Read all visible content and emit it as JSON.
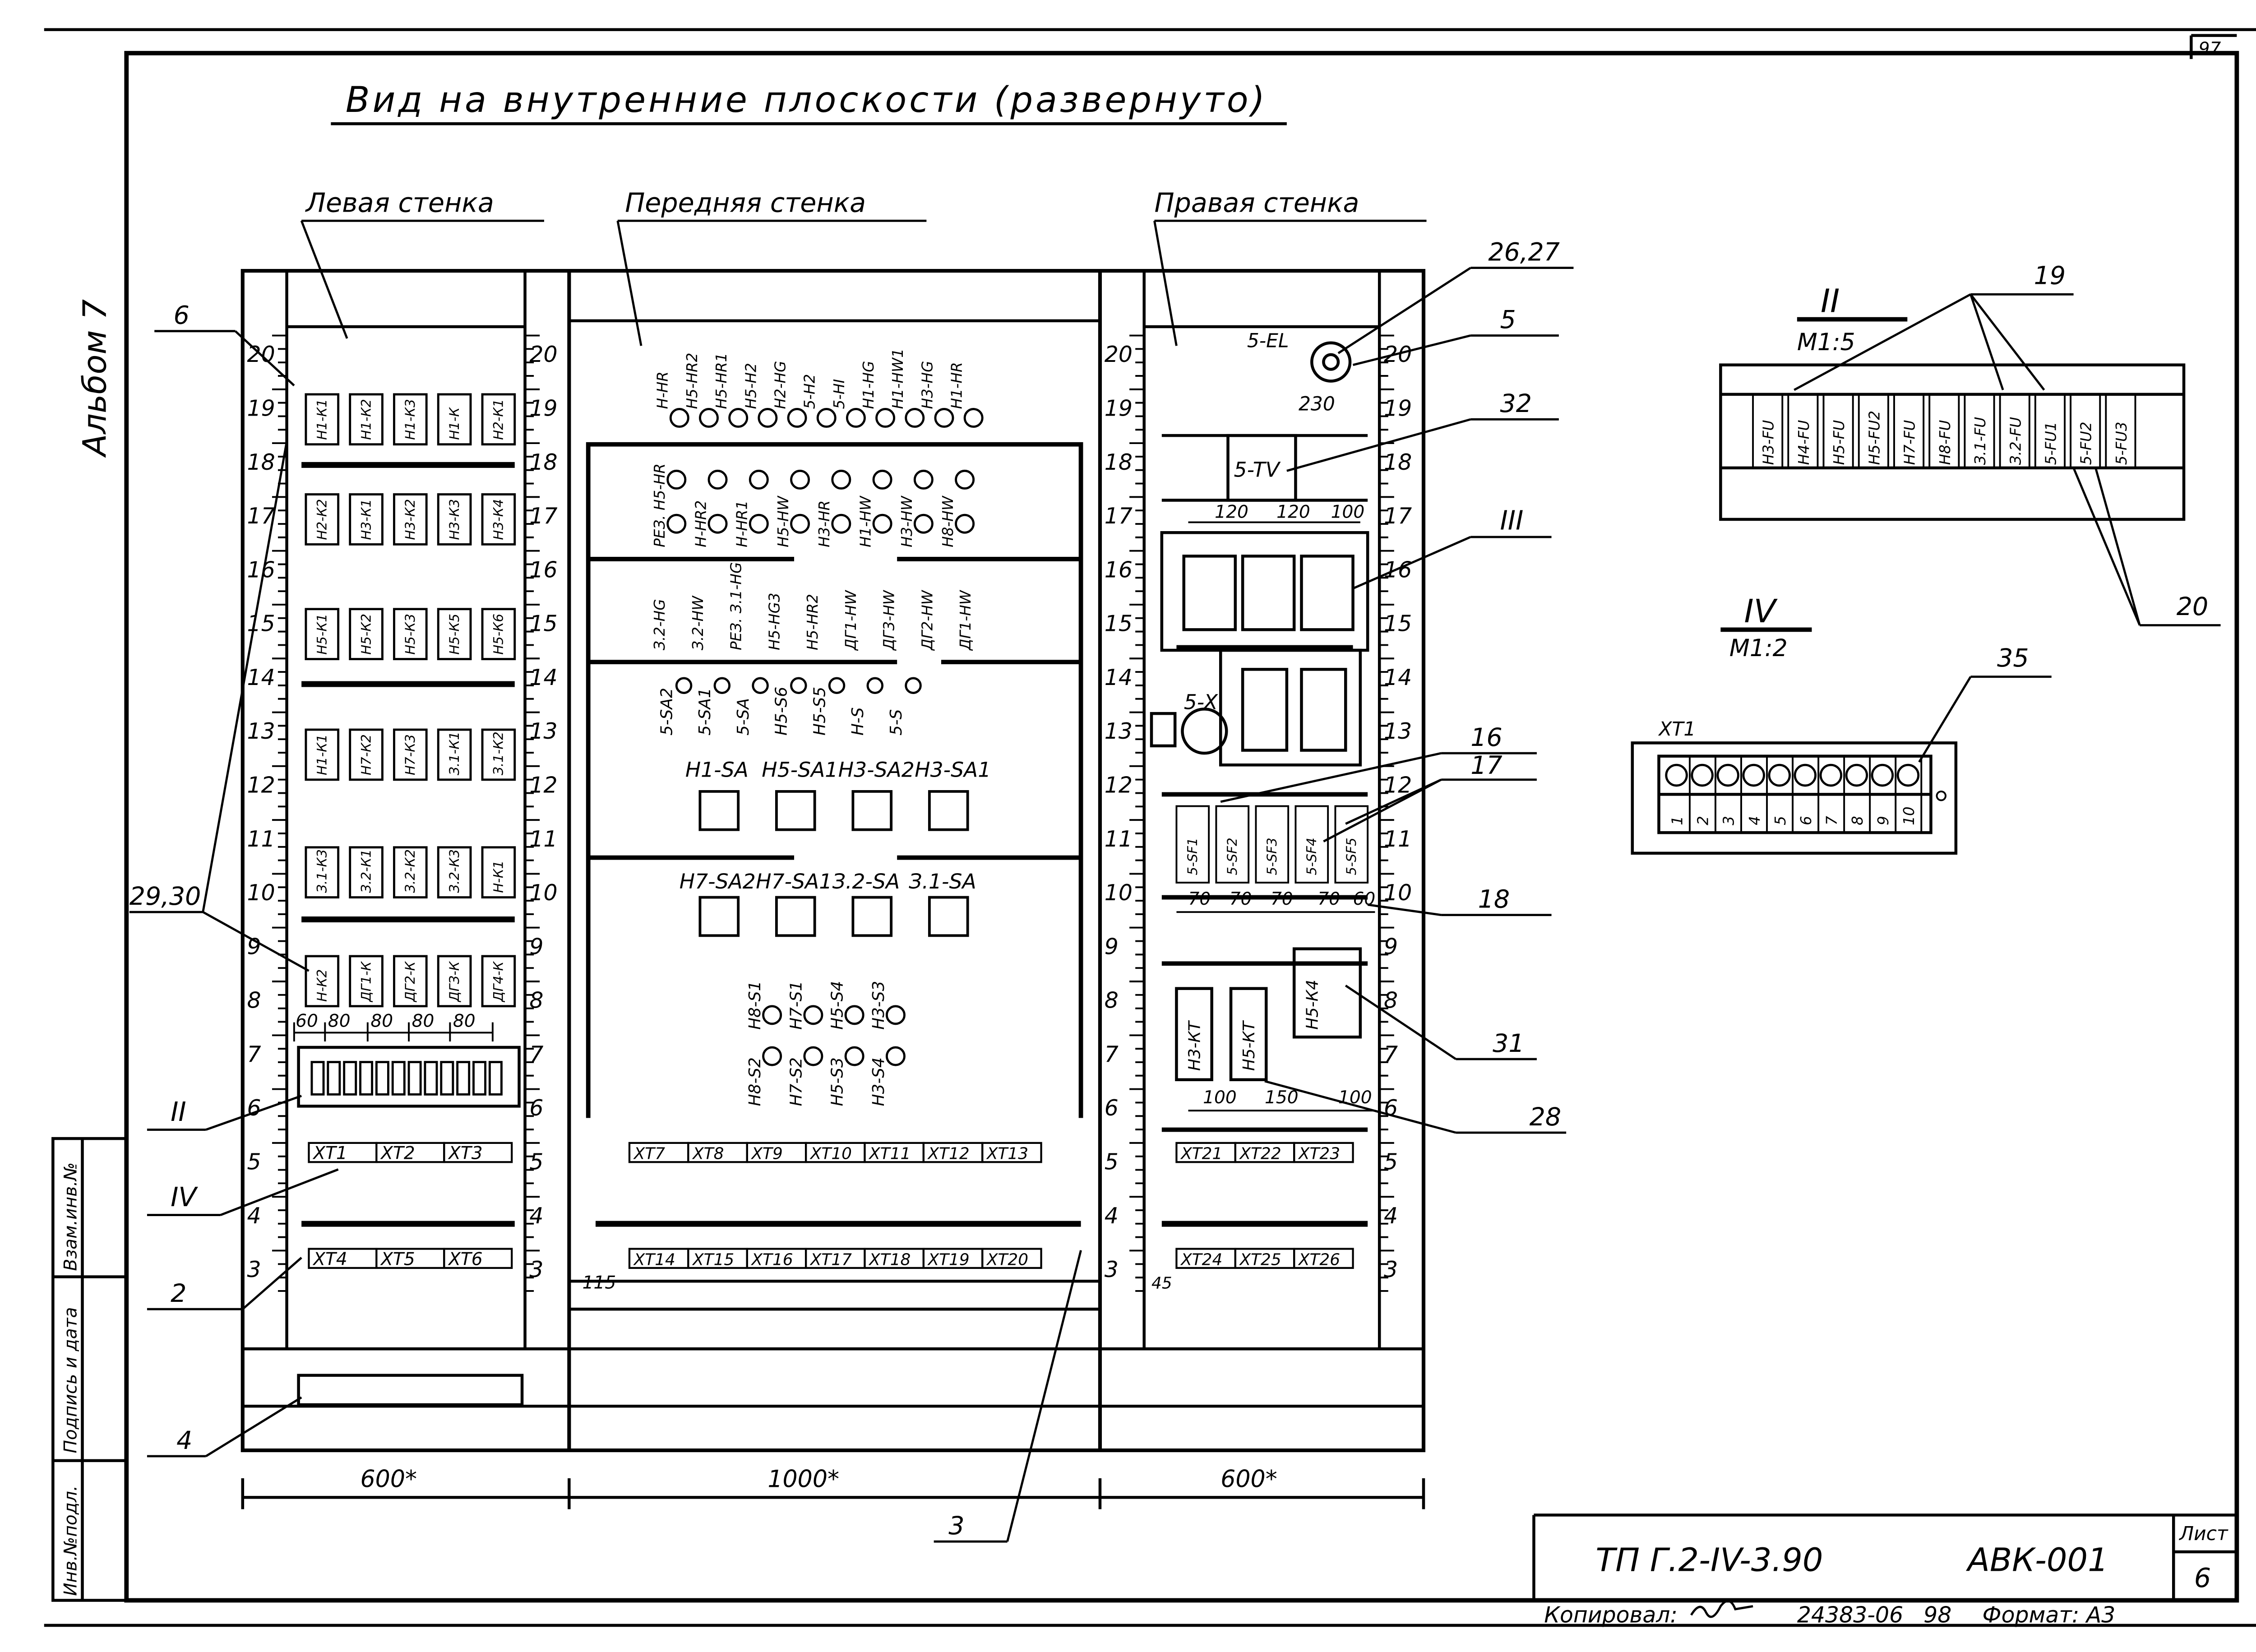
{
  "sheet_number_top": "97",
  "album_label": "Альбом 7",
  "title": "Вид на внутренние плоскости (развернуто)",
  "walls": {
    "left": "Левая стенка",
    "front": "Передняя стенка",
    "right": "Правая стенка"
  },
  "rail_numbers": [
    "20",
    "19",
    "18",
    "17",
    "16",
    "15",
    "14",
    "13",
    "12",
    "11",
    "10",
    "9",
    "8",
    "7",
    "6",
    "5",
    "4",
    "3"
  ],
  "callouts": {
    "c6": "6",
    "c2": "2",
    "c4": "4",
    "c2930": "29,30",
    "roman_ii": "II",
    "roman_iv": "IV",
    "c2627": "26,27",
    "c5": "5",
    "c32": "32",
    "roman_iii": "III",
    "c16": "16",
    "c17": "17",
    "c18": "18",
    "c31": "31",
    "c28": "28",
    "c3": "3",
    "c19": "19",
    "c20": "20",
    "c35": "35"
  },
  "left_wall": {
    "relay_rows": [
      [
        "Н1-К1",
        "Н1-К2",
        "Н1-К3",
        "Н1-К",
        "Н2-К1"
      ],
      [
        "Н2-К2",
        "Н3-К1",
        "Н3-К2",
        "Н3-К3",
        "Н3-К4"
      ],
      [
        "Н5-К1",
        "Н5-К2",
        "Н5-К3",
        "Н5-К5",
        "Н5-К6"
      ],
      [
        "Н1-К1",
        "Н7-К2",
        "Н7-К3",
        "З.1-К1",
        "З.1-К2"
      ],
      [
        "З.1-К3",
        "З.2-К1",
        "З.2-К2",
        "З.2-К3",
        "Н-К1"
      ],
      [
        "Н-К2",
        "ДГ1-К",
        "ДГ2-К",
        "ДГЗ-К",
        "ДГ4-К"
      ]
    ],
    "dims": [
      "60",
      "80",
      "80",
      "80",
      "80"
    ],
    "terminals_top": [
      "ХТ1",
      "ХТ2",
      "ХТ3"
    ],
    "terminals_bottom": [
      "ХТ4",
      "ХТ5",
      "ХТ6"
    ],
    "width_dim": "600*"
  },
  "front_wall": {
    "lamps_top_row": [
      "Н-НR",
      "Н5-НR2",
      "Н5-НR1",
      "Н5-Н2",
      "Н2-НG",
      "5-Н2",
      "5-НI",
      "Н1-НG",
      "Н1-НW1",
      "Н3-НG",
      "Н1-НR"
    ],
    "lamps_mid_labels": [
      "РЕЗ. Н5-НR",
      "Н-НR2",
      "Н-НR1",
      "Н5-НW",
      "Н3-НR",
      "Н1-НW",
      "Н3-НW",
      "Н8-НW"
    ],
    "lamps_low_labels": [
      "З.2-НG",
      "З.2-НW",
      "РЕЗ. З.1-НG",
      "Н5-НG3",
      "Н5-НR2",
      "ДГ1-НW",
      "ДГ3-НW",
      "ДГ2-НW",
      "ДГ1-НW"
    ],
    "switch_labels": [
      "5-SА2",
      "5-SА1",
      "5-SА",
      "Н5-S6",
      "Н5-S5",
      "Н-S",
      "5-S"
    ],
    "switch_row1": [
      "Н1-SA",
      "Н5-SA1",
      "Н3-SA2",
      "Н3-SA1"
    ],
    "switch_row2": [
      "Н7-SA2",
      "Н7-SA1",
      "З.2-SA",
      "З.1-SA"
    ],
    "buttons_top": [
      "Н8-S1",
      "Н7-S1",
      "Н5-S4",
      "Н3-S3"
    ],
    "buttons_bottom": [
      "Н8-S2",
      "Н7-S2",
      "Н5-S3",
      "Н3-S4"
    ],
    "terminals_top": [
      "ХТ7",
      "ХТ8",
      "ХТ9",
      "ХТ10",
      "ХТ11",
      "ХТ12",
      "ХТ13"
    ],
    "terminals_bottom": [
      "ХТ14",
      "ХТ15",
      "ХТ16",
      "ХТ17",
      "ХТ18",
      "ХТ19",
      "ХТ20"
    ],
    "dim_115": "115",
    "width_dim": "1000*"
  },
  "right_wall": {
    "lamp": "5-EL",
    "dim_230": "230",
    "transformer": "5-TV",
    "dims_top": [
      "120",
      "120",
      "100"
    ],
    "socket": "5-X",
    "breakers": [
      "5-SF1",
      "5-SF2",
      "5-SF3",
      "5-SF4",
      "5-SF5"
    ],
    "dims_mid": [
      "70",
      "70",
      "70",
      "70",
      "60"
    ],
    "relays": [
      "Н3-КТ",
      "Н5-КТ",
      "Н5-К4"
    ],
    "dims_low": [
      "100",
      "150",
      "100"
    ],
    "terminals_top": [
      "ХТ21",
      "ХТ22",
      "ХТ23"
    ],
    "terminals_bottom": [
      "ХТ24",
      "ХТ25",
      "ХТ26"
    ],
    "dim_45": "45",
    "width_dim": "600*"
  },
  "detail_ii": {
    "label": "II",
    "scale": "М1:5",
    "fuses": [
      "Н3-FU",
      "Н4-FU",
      "Н5-FU",
      "Н5-FU2",
      "Н7-FU",
      "Н8-FU",
      "З.1-FU",
      "З.2-FU",
      "5-FU1",
      "5-FU2",
      "5-FU3"
    ]
  },
  "detail_iv": {
    "label": "IV",
    "scale": "М1:2",
    "strip_name": "ХТ1",
    "terminals": [
      "1",
      "2",
      "3",
      "4",
      "5",
      "6",
      "7",
      "8",
      "9",
      "10"
    ]
  },
  "side_stamp": [
    "Инв.№подл.",
    "Подпись и дата",
    "Взам.инв.№"
  ],
  "title_block": {
    "designation": "ТП Г.2-IV-3.90",
    "doc_code": "АВК-001",
    "sheet_label": "Лист",
    "sheet_number": "6"
  },
  "footer": {
    "copied_label": "Копировал:",
    "code": "24383-06",
    "num": "98",
    "format_label": "Формат: А3"
  }
}
